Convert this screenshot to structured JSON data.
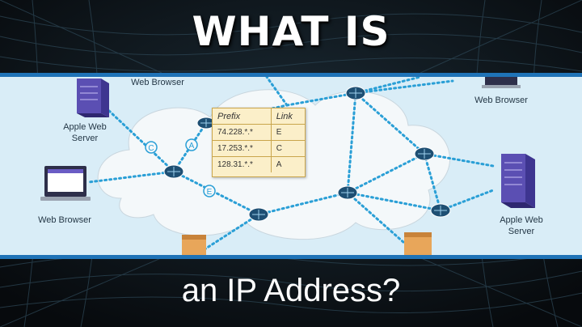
{
  "title": {
    "top": "WHAT IS",
    "bottom": "an IP Address?"
  },
  "diagram": {
    "labels": {
      "web_browser_top": "Web Browser",
      "web_browser_right": "Web Browser",
      "web_browser_left": "Web Browser",
      "apple_server_left": "Apple Web\nServer",
      "apple_server_right": "Apple Web\nServer"
    },
    "link_markers": [
      "C",
      "A",
      "E"
    ],
    "routing_table": {
      "headers": [
        "Prefix",
        "Link"
      ],
      "rows": [
        {
          "prefix": "74.228.*.*",
          "link": "E"
        },
        {
          "prefix": "17.253.*.*",
          "link": "C"
        },
        {
          "prefix": "128.31.*.*",
          "link": "A"
        }
      ]
    }
  },
  "colors": {
    "background": "#0b1014",
    "panel": "#d9edf7",
    "panel_border": "#1f73b7",
    "router": "#1e4f73",
    "link_dots": "#2a9fd6",
    "table_bg": "#fbefc9"
  }
}
